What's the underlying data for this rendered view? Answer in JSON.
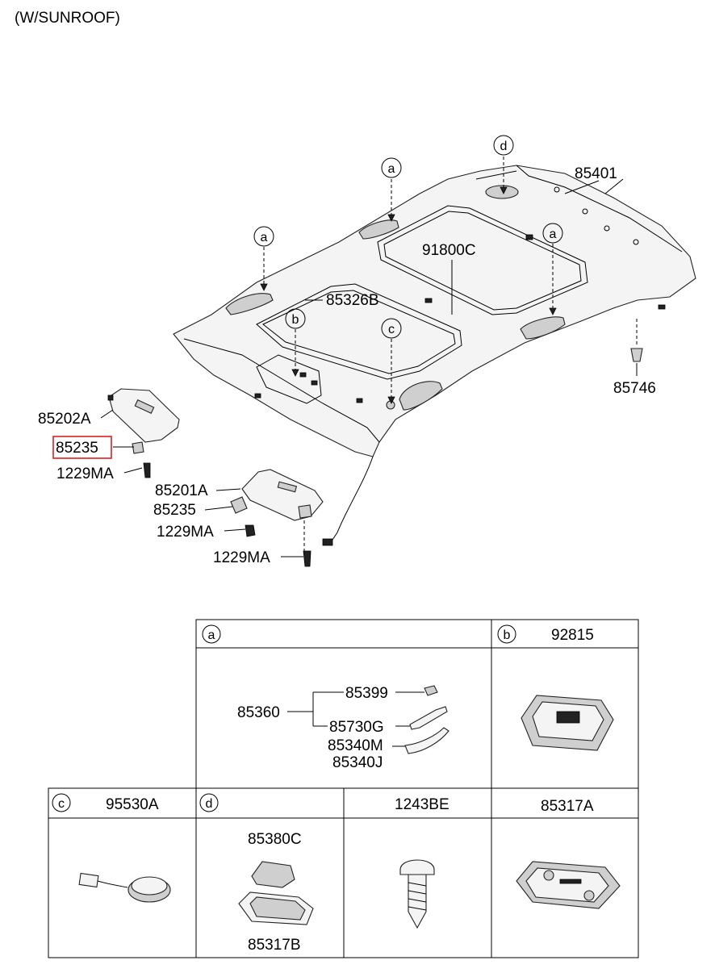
{
  "header": {
    "variant": "(W/SUNROOF)"
  },
  "callouts": {
    "headlining": "85401",
    "sunroof_frame": "91800C",
    "bracket": "85326B",
    "clip": "85746",
    "visor_rh": "85202A",
    "visor_holder_rh": "85235",
    "screw_rh": "1229MA",
    "visor_lh": "85201A",
    "visor_holder_lh": "85235",
    "screw_lh_1": "1229MA",
    "screw_lh_2": "1229MA"
  },
  "detail_markers": [
    "a",
    "a",
    "a",
    "b",
    "c",
    "d"
  ],
  "detail_table": {
    "a": {
      "marker": "a",
      "assembly": "85360",
      "parts": [
        "85399",
        "85730G",
        "85340M",
        "85340J"
      ]
    },
    "b": {
      "marker": "b",
      "part": "92815"
    },
    "c": {
      "marker": "c",
      "part": "95530A"
    },
    "d": {
      "marker": "d",
      "parts": [
        "85380C",
        "85317B"
      ]
    },
    "e": {
      "part": "1243BE"
    },
    "f": {
      "part": "85317A"
    }
  },
  "highlight": {
    "color": "#e0201e",
    "target": "85235"
  }
}
